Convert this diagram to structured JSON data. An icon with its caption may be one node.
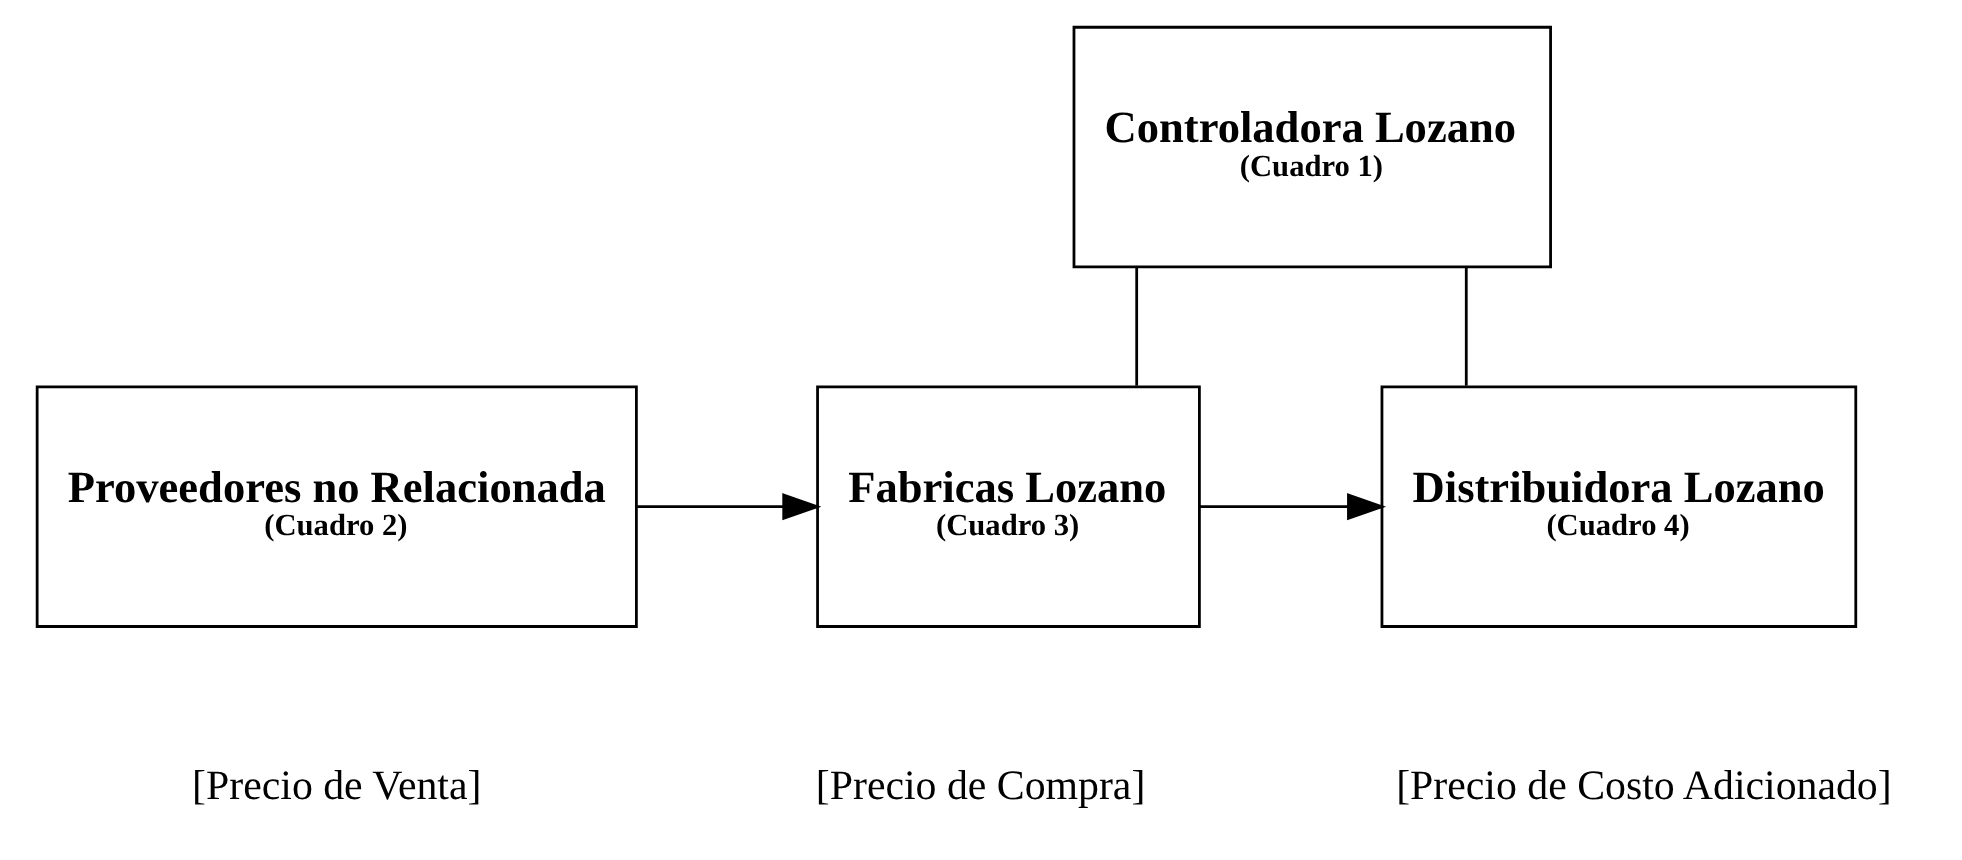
{
  "diagram": {
    "nodes": [
      {
        "text": [
          "Controladora Lozano",
          "(Cuadro 1)"
        ]
      },
      {
        "text": [
          "Proveedores no Relacionada",
          "(Cuadro 2)"
        ],
        "beside": [
          "[Precio de Venta]"
        ]
      },
      {
        "text": [
          "Fabricas Lozano",
          "(Cuadro 3)"
        ],
        "beside": [
          "[Precio de Compra]"
        ]
      },
      {
        "text": [
          "Distribuidora Lozano",
          "(Cuadro 4)"
        ],
        "beside": [
          "[Precio de Costo Adicionado]"
        ]
      }
    ],
    "edges": [
      {
        "from": 0,
        "to": 2,
        "arrow": "none"
      },
      {
        "from": 0,
        "to": 3,
        "arrow": "none"
      },
      {
        "from": 1,
        "to": 2,
        "arrow": "to"
      },
      {
        "from": 2,
        "to": 3,
        "arrow": "to"
      }
    ]
  }
}
